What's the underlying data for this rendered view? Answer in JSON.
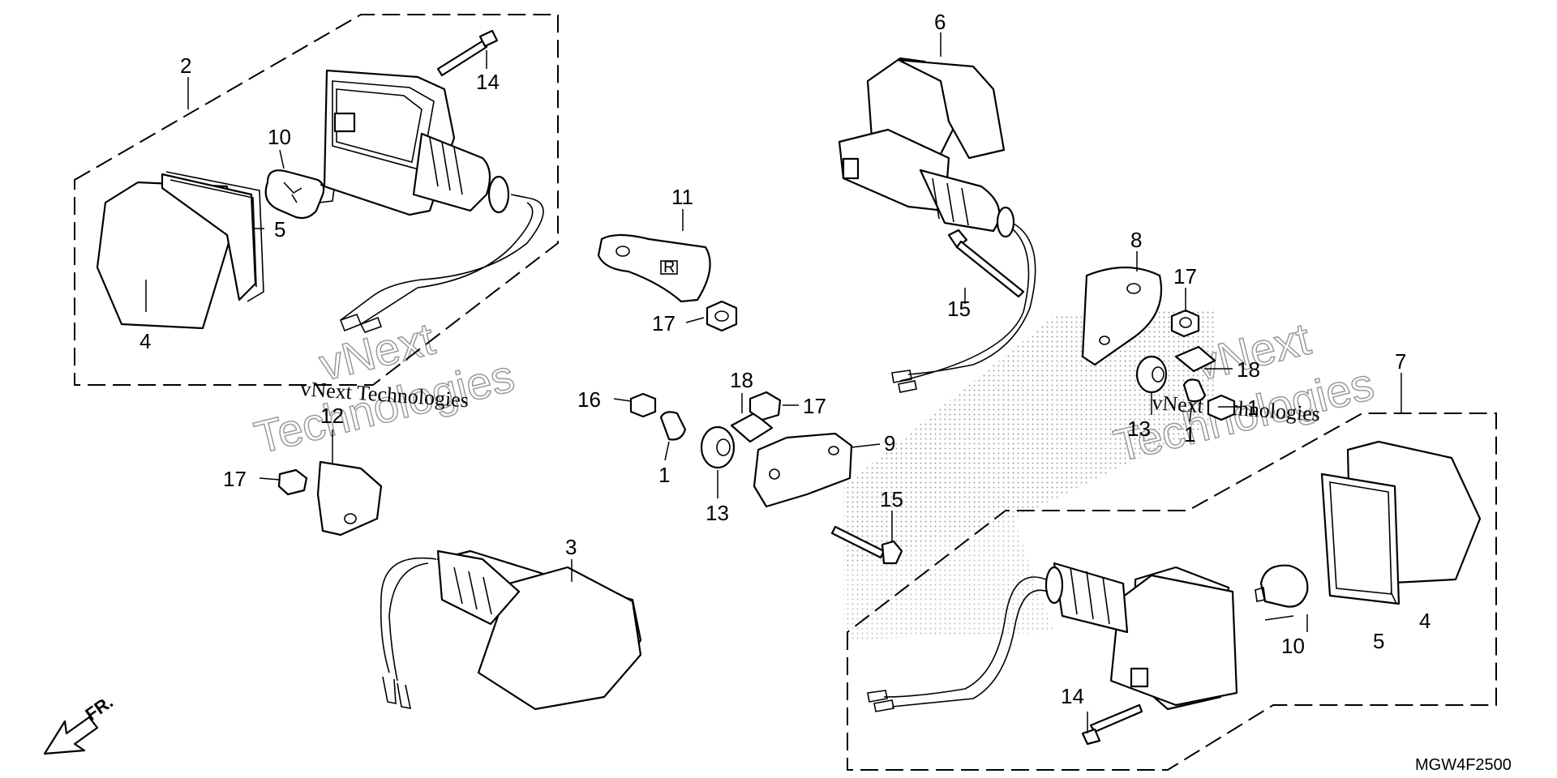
{
  "diagram": {
    "code": "MGW4F2500",
    "direction_label": "FR.",
    "watermark": {
      "big_lines": [
        "vNext",
        "Technologies"
      ],
      "small": "vNext Technologies"
    },
    "callouts": {
      "c1a": "1",
      "c1b": "1",
      "c2": "2",
      "c3": "3",
      "c4a": "4",
      "c4b": "4",
      "c5a": "5",
      "c5b": "5",
      "c6": "6",
      "c7": "7",
      "c8": "8",
      "c9": "9",
      "c10a": "10",
      "c10b": "10",
      "c11": "11",
      "c12": "12",
      "c13a": "13",
      "c13b": "13",
      "c14a": "14",
      "c14b": "14",
      "c15a": "15",
      "c15b": "15",
      "c16": "16",
      "c17a": "17",
      "c17b": "17",
      "c17c": "17",
      "c17d": "17",
      "c18a": "18",
      "c18b": "18"
    }
  }
}
